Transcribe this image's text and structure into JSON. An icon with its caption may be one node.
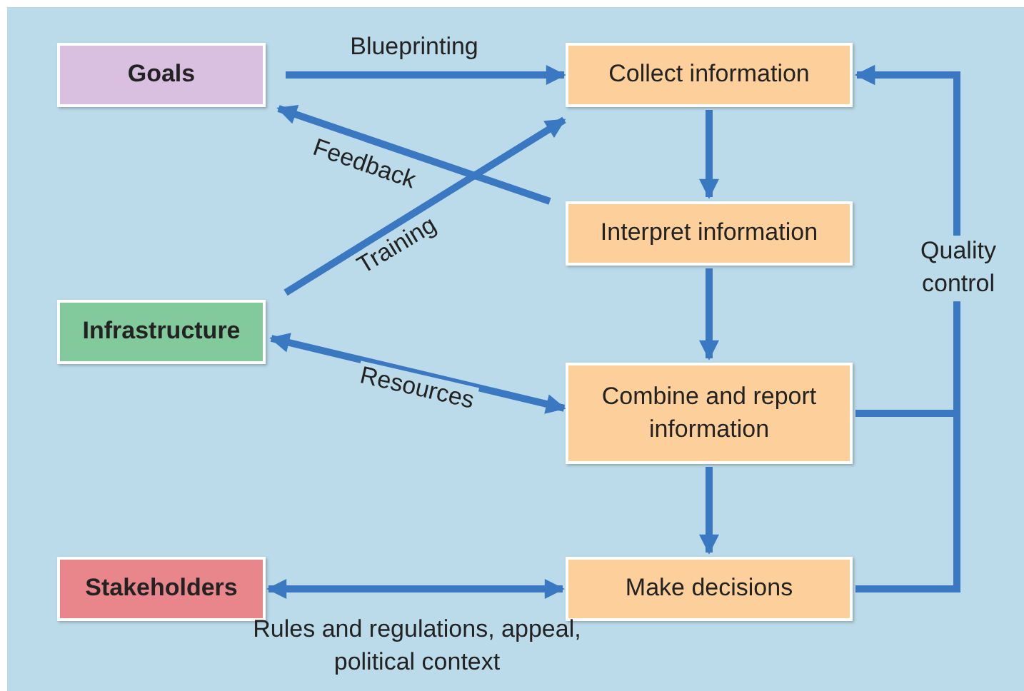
{
  "diagram": {
    "nodes": [
      {
        "text": [
          "Goals"
        ]
      },
      {
        "text": [
          "Collect information"
        ]
      },
      {
        "text": [
          "Interpret information"
        ]
      },
      {
        "text": [
          "Infrastructure"
        ]
      },
      {
        "text": [
          "Combine and report information"
        ]
      },
      {
        "text": [
          "Stakeholders"
        ]
      },
      {
        "text": [
          "Make decisions"
        ]
      }
    ],
    "edges": [
      {
        "from": 0,
        "to": 1,
        "arrow": "to",
        "label": "Blueprinting"
      },
      {
        "from": 2,
        "to": 0,
        "arrow": "to",
        "label": "Feedback"
      },
      {
        "from": 3,
        "to": 1,
        "arrow": "to",
        "label": "Training"
      },
      {
        "from": 3,
        "to": 4,
        "arrow": "both",
        "label": "Resources"
      },
      {
        "from": 1,
        "to": 2,
        "arrow": "to"
      },
      {
        "from": 2,
        "to": 4,
        "arrow": "to"
      },
      {
        "from": 4,
        "to": 6,
        "arrow": "to"
      },
      {
        "from": 5,
        "to": 6,
        "arrow": "both"
      },
      {
        "from": 4,
        "to": 1,
        "arrow": "to"
      },
      {
        "from": 6,
        "to": 1,
        "arrow": "to"
      }
    ],
    "labels": [
      "Quality control",
      "Rules and regulations, appeal, political context"
    ]
  }
}
